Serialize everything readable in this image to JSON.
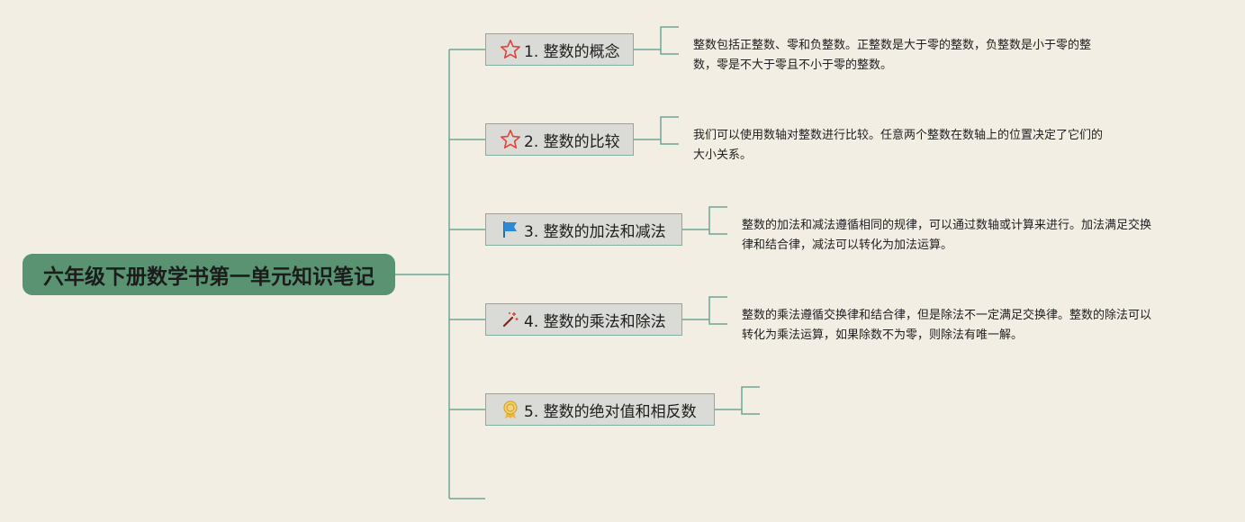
{
  "root": {
    "title": "六年级下册数学书第一单元知识笔记"
  },
  "topics": [
    {
      "label": "1. 整数的概念",
      "icon": "star-outline-icon",
      "note_lines": [
        "整数包括正整数、零和负整数。正整数是大于零的整数，负整数是小于零的整",
        "数，零是不大于零且不小于零的整数。"
      ]
    },
    {
      "label": "2. 整数的比较",
      "icon": "star-outline-icon",
      "note_lines": [
        "我们可以使用数轴对整数进行比较。任意两个整数在数轴上的位置决定了它们的",
        "大小关系。"
      ]
    },
    {
      "label": "3. 整数的加法和减法",
      "icon": "blue-flag-icon",
      "note_lines": [
        "整数的加法和减法遵循相同的规律，可以通过数轴或计算来进行。加法满足交换",
        "律和结合律，减法可以转化为加法运算。"
      ]
    },
    {
      "label": "4. 整数的乘法和除法",
      "icon": "magic-wand-icon",
      "note_lines": [
        "整数的乘法遵循交换律和结合律，但是除法不一定满足交换律。整数的除法可以",
        "转化为乘法运算，如果除数不为零，则除法有唯一解。"
      ]
    },
    {
      "label": "5. 整数的绝对值和相反数",
      "icon": "medal-icon",
      "note_lines": []
    }
  ],
  "colors": {
    "background": "#f2eee4",
    "root_fill": "#5a9372",
    "topic_fill": "#dadad6",
    "topic_border": "#7fb0a2",
    "connector": "#6fa594",
    "star": "#e0443a",
    "flag": "#2a8ad6",
    "medal": "#e8b83a"
  }
}
